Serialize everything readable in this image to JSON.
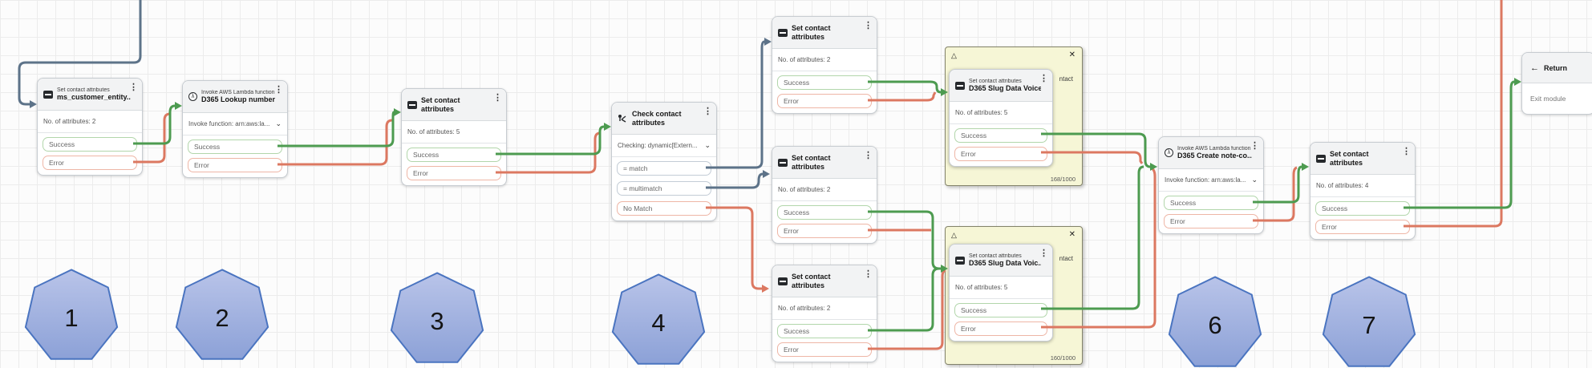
{
  "icons": {
    "kebab": "⋮",
    "chevron_down": "⌄",
    "lambda": "λ",
    "return_arrow": "←",
    "close": "✕",
    "warning": "△"
  },
  "blocks": {
    "b1": {
      "type": "Set contact attributes",
      "title": "ms_customer_entity...",
      "attributes": "No. of attributes: 2",
      "success": "Success",
      "error": "Error"
    },
    "b2": {
      "type": "Invoke AWS Lambda function",
      "title": "D365 Lookup number",
      "function": "Invoke function: arn:aws:la...",
      "success": "Success",
      "error": "Error"
    },
    "b3": {
      "type": "Set contact attributes",
      "attributes": "No. of attributes: 5",
      "success": "Success",
      "error": "Error"
    },
    "b4": {
      "type": "Check contact attributes",
      "checking": "Checking: dynamic[Extern...",
      "match": "= match",
      "multimatch": "= multimatch",
      "no_match": "No Match"
    },
    "b5": {
      "type": "Set contact attributes",
      "attributes": "No. of attributes: 2",
      "success": "Success",
      "error": "Error"
    },
    "b6": {
      "type": "Set contact attributes",
      "attributes": "No. of attributes: 2",
      "success": "Success",
      "error": "Error"
    },
    "b7": {
      "type": "Set contact attributes",
      "attributes": "No. of attributes: 2",
      "success": "Success",
      "error": "Error"
    },
    "b8": {
      "type": "Set contact attributes",
      "title": "D365 Slug Data Voice",
      "attributes": "No. of attributes: 5",
      "success": "Success",
      "error": "Error"
    },
    "b9": {
      "type": "Set contact attributes",
      "title": "D365 Slug Data Voic...",
      "attributes": "No. of attributes: 5",
      "success": "Success",
      "error": "Error"
    },
    "b10": {
      "type": "Invoke AWS Lambda function",
      "title": "D365 Create note-co...",
      "function": "Invoke function: arn:aws:la...",
      "success": "Success",
      "error": "Error"
    },
    "b11": {
      "type": "Set contact attributes",
      "attributes": "No. of attributes: 4",
      "success": "Success",
      "error": "Error"
    },
    "ret": {
      "title": "Return",
      "body": "Exit module"
    }
  },
  "notes": {
    "n1": {
      "fragment": "ntact",
      "counter": "168/1000"
    },
    "n2": {
      "fragment": "ntact",
      "counter": "160/1000"
    }
  },
  "markers": {
    "m1": "1",
    "m2": "2",
    "m3": "3",
    "m4": "4",
    "m6": "6",
    "m7": "7"
  },
  "colors": {
    "success": "#4d9b50",
    "error": "#dc7861",
    "branch": "#5d7389",
    "note_bg": "#f6f6d6",
    "marker_fill_top": "#b9c4e9",
    "marker_fill_bottom": "#8ca1d7",
    "marker_border": "#4a74c0"
  }
}
